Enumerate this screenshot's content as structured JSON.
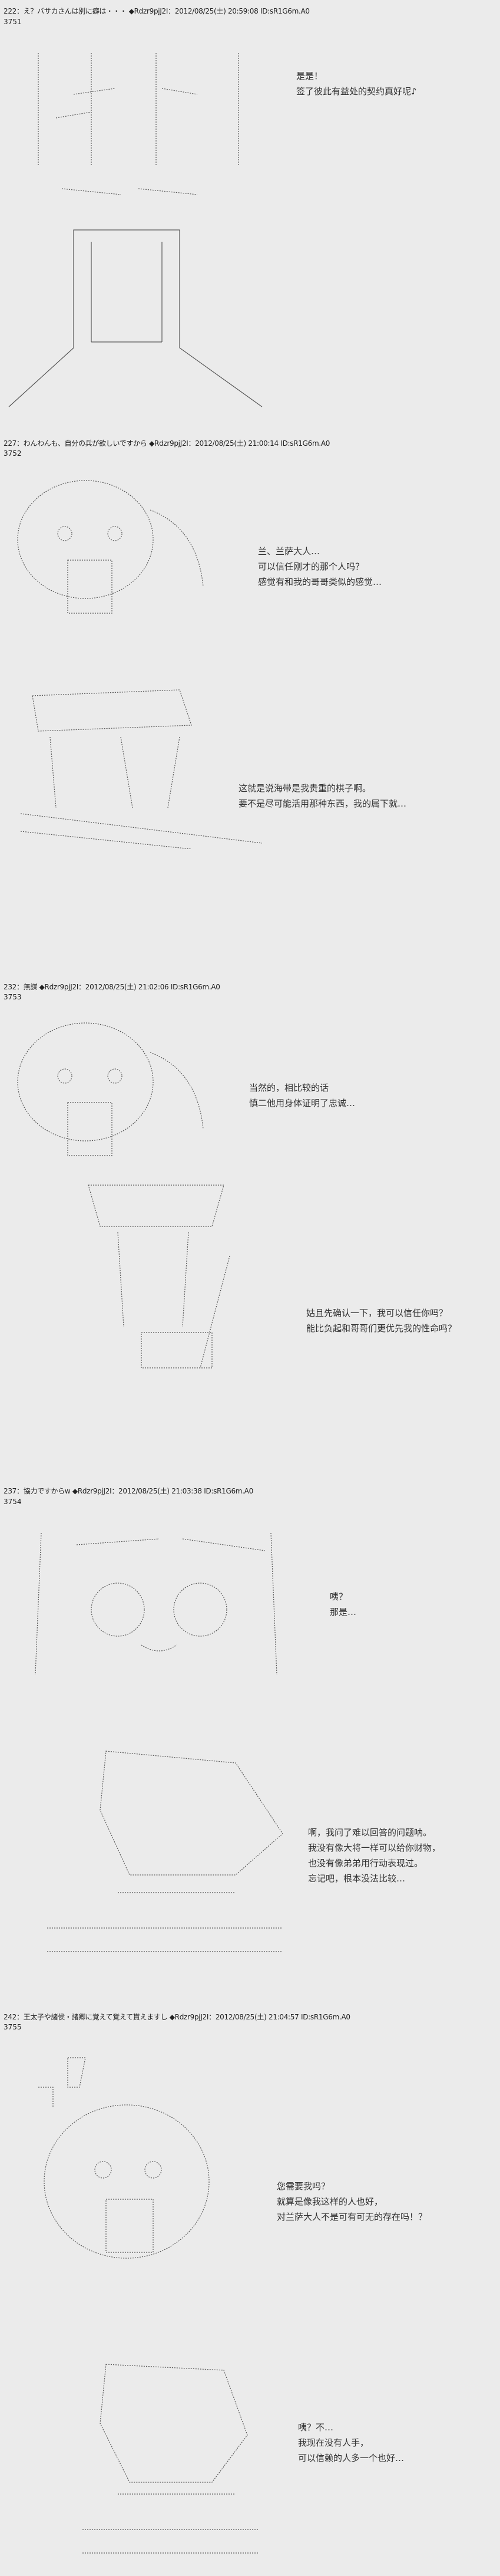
{
  "posts": [
    {
      "header": "222：え？バサカさんは別に癖は・・・ ◆Rdzr9pjJ2I：2012/08/25(土) 20:59:08 ID:sR1G6m.A0",
      "number": "3751",
      "panels": [
        {
          "lines": [
            "是是！",
            "签了彼此有益处的契约真好呢♪"
          ]
        }
      ]
    },
    {
      "header": "227：わんわんも、自分の兵が欲しいですから ◆Rdzr9pjJ2I：2012/08/25(土) 21:00:14 ID:sR1G6m.A0",
      "number": "3752",
      "panels": [
        {
          "lines": [
            "兰、兰萨大人…",
            "可以信任刚才的那个人吗？",
            "感觉有和我的哥哥类似的感觉…"
          ]
        },
        {
          "lines": [
            "这就是说海带是我贵重的棋子啊。",
            "要不是尽可能活用那种东西，我的属下就…"
          ]
        }
      ]
    },
    {
      "header": "232：無謀 ◆Rdzr9pjJ2I：2012/08/25(土) 21:02:06 ID:sR1G6m.A0",
      "number": "3753",
      "panels": [
        {
          "lines": [
            "当然的，相比较的话",
            "慎二他用身体证明了忠诚…"
          ]
        },
        {
          "lines": [
            "姑且先确认一下，我可以信任你吗？",
            "能比负起和哥哥们更优先我的性命吗？"
          ]
        }
      ]
    },
    {
      "header": "237：協力ですからw ◆Rdzr9pjJ2I：2012/08/25(土) 21:03:38 ID:sR1G6m.A0",
      "number": "3754",
      "panels": [
        {
          "lines": [
            "咦？",
            "那是…"
          ]
        },
        {
          "lines": [
            "啊，我问了难以回答的问题呐。",
            "我没有像大将一样可以给你财物，",
            "也没有像弟弟用行动表现过。",
            "忘记吧，根本没法比较…"
          ]
        }
      ]
    },
    {
      "header": "242：王太子や諸侯・諸卿に覚えて覚えて貰えますし ◆Rdzr9pjJ2I：2012/08/25(土) 21:04:57 ID:sR1G6m.A0",
      "number": "3755",
      "panels": [
        {
          "lines": [
            "您需要我吗？",
            "就算是像我这样的人也好，",
            "对兰萨大人不是可有可无的存在吗！？"
          ]
        },
        {
          "lines": [
            "咦？不…",
            "我现在没有人手，",
            "可以信赖的人多一个也好…"
          ]
        }
      ]
    }
  ]
}
